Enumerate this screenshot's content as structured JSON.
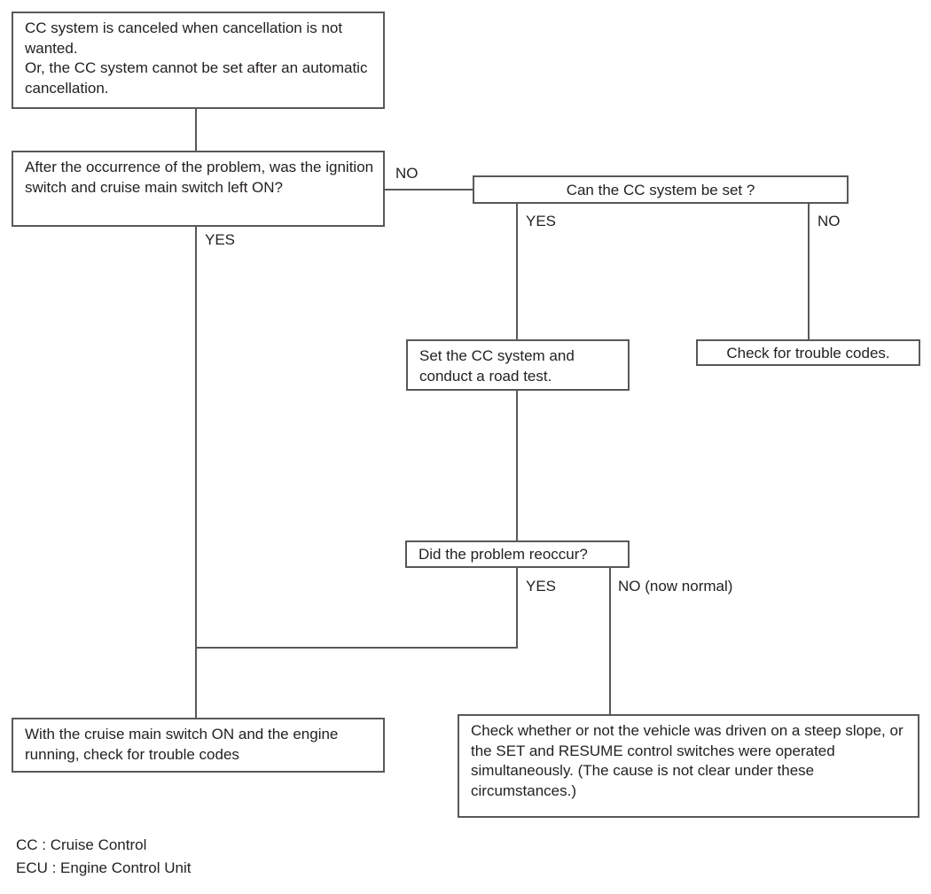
{
  "diagram": {
    "title": "Cruise Control system troubleshooting flowchart",
    "line_color": "#58585a",
    "text_color": "#231f20",
    "background": "#ffffff",
    "nodes": {
      "symptom": {
        "text": "CC system is canceled when cancellation is not wanted.\nOr, the CC system cannot be set after an automatic cancellation."
      },
      "question_ignition": {
        "text": "After the occurrence of the problem, was the ignition switch and cruise main switch left ON?"
      },
      "question_can_set": {
        "text": "Can the CC system be set ?"
      },
      "action_set_road_test": {
        "text": "Set the CC system and conduct a road test."
      },
      "action_check_codes": {
        "text": "Check for trouble codes."
      },
      "question_reoccur": {
        "text": "Did the problem reoccur?"
      },
      "action_cruise_on_check_codes": {
        "text": "With the cruise main switch ON and the engine running, check for trouble codes"
      },
      "action_check_steep_slope": {
        "text": "Check whether or not the vehicle was driven on a steep slope, or the SET and RESUME control switches were operated simultaneously. (The cause is not clear under these circumstances.)"
      }
    },
    "edge_labels": {
      "ignition_no": "NO",
      "ignition_yes": "YES",
      "can_set_yes": "YES",
      "can_set_no": "NO",
      "reoccur_yes": "YES",
      "reoccur_no": "NO (now normal)"
    },
    "legend": {
      "line1": "CC : Cruise Control",
      "line2": "ECU : Engine Control Unit"
    }
  }
}
